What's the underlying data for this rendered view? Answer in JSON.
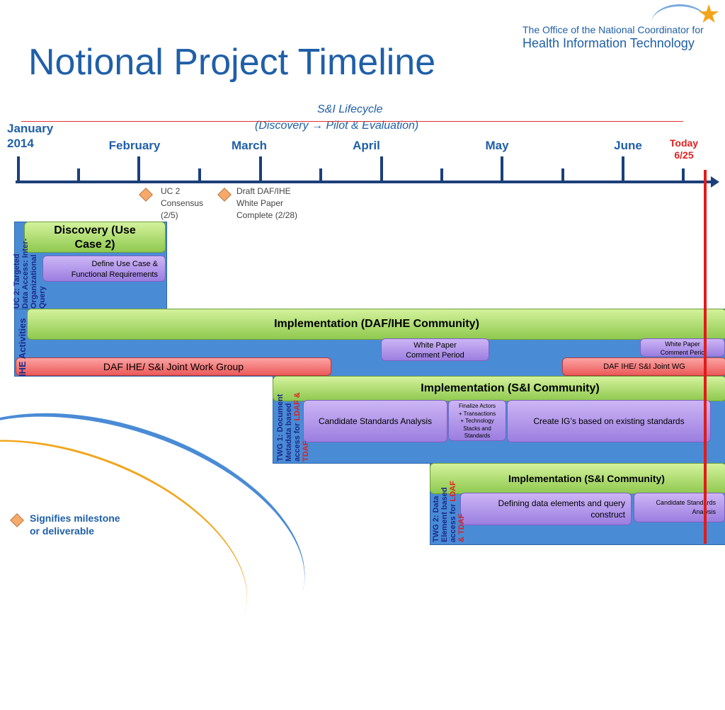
{
  "slide": {
    "title": "Notional Project Timeline",
    "org_line1": "The Office of the National Coordinator for",
    "org_line2": "Health Information Technology"
  },
  "lifecycle": {
    "line1": "S&I Lifecycle",
    "line2": "(Discovery → Pilot & Evaluation)"
  },
  "months": {
    "jan_line1": "January",
    "jan_line2": "2014",
    "feb": "February",
    "mar": "March",
    "apr": "April",
    "may": "May",
    "jun": "June"
  },
  "today": {
    "line1": "Today",
    "line2": "6/25"
  },
  "milestones": {
    "uc2": {
      "line1": "UC 2",
      "line2": "Consensus",
      "line3": "(2/5)"
    },
    "draft": {
      "line1": "Draft DAF/IHE",
      "line2": "White Paper",
      "line3": "Complete (2/28)"
    }
  },
  "uc2_section": {
    "label_line1": "UC 2: Targeted",
    "label_line2": "Data Access: Inter-",
    "label_line3": "Organizational",
    "label_line4": "Query",
    "discovery_line1": "Discovery (Use",
    "discovery_line2": "Case 2)",
    "define_line1": "Define Use Case &",
    "define_line2": "Functional  Requirements"
  },
  "ihe_section": {
    "label": "IHE Activities",
    "implementation": "Implementation (DAF/IHE Community)",
    "comment1_line1": "White Paper",
    "comment1_line2": "Comment Period",
    "comment2_line1": "White Paper",
    "comment2_line2": "Comment Perio",
    "joint_group": "DAF IHE/ S&I Joint Work Group",
    "joint_wg": "DAF IHE/ S&I Joint WG"
  },
  "twg1_section": {
    "label_line1": "TWG 1: Document",
    "label_line2": "Metadata based",
    "label_line3a": "access for ",
    "label_line3b": "LDAF &",
    "label_line4": "TDAF",
    "implementation": "Implementation (S&I Community)",
    "candidate": "Candidate Standards Analysis",
    "finalize_line1": "Finalize Actors",
    "finalize_line2": "+ Transactions",
    "finalize_line3": "+ Technology",
    "finalize_line4": "Stacks and",
    "finalize_line5": "Standards",
    "create_ig": "Create IG’s based on existing standards"
  },
  "twg2_section": {
    "label_line1": "TWG 2: Data",
    "label_line2": "Element based",
    "label_line3a": "access for ",
    "label_line3b": "LDAF",
    "label_line4": "& TDAF",
    "implementation": "Implementation (S&I Community)",
    "defining_line1": "Defining data elements and query",
    "defining_line2": "construct",
    "candidate_line1": "Candidate Standards",
    "candidate_line2": "Analysis"
  },
  "legend": {
    "line1": "Signifies milestone",
    "line2": "or deliverable"
  },
  "colors": {
    "title_blue": "#1f5fa8",
    "band_blue": "#4a8bd6",
    "green": "#8fc94f",
    "purple": "#9b7ee0",
    "red_bar": "#ec5959",
    "today_red": "#e01b1b",
    "milestone_orange": "#f6a96b"
  }
}
